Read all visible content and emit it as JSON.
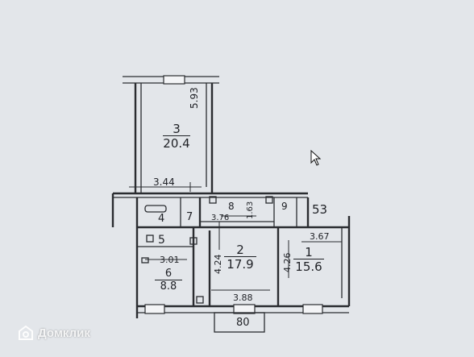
{
  "plan": {
    "rooms": [
      {
        "id": "3",
        "number": "3",
        "area": "20.4"
      },
      {
        "id": "2",
        "number": "2",
        "area": "17.9"
      },
      {
        "id": "1",
        "number": "1",
        "area": "15.6"
      },
      {
        "id": "6",
        "number": "6",
        "area": "8.8"
      },
      {
        "id": "4",
        "number": "4"
      },
      {
        "id": "5",
        "number": "5"
      },
      {
        "id": "7",
        "number": "7"
      },
      {
        "id": "8",
        "number": "8"
      },
      {
        "id": "9",
        "number": "9"
      }
    ],
    "dimensions": {
      "room3_width": "3.44",
      "room3_length": "5.93",
      "room2_top": "3.76",
      "room2_side": "4.24",
      "room2_bottom": "3.88",
      "room1_width": "3.67",
      "room1_side": "4.26",
      "room6_width": "3.01",
      "corridor": "1.63",
      "balcony": "80",
      "outside_label": "53"
    }
  },
  "watermark": {
    "text": "Домклик"
  }
}
